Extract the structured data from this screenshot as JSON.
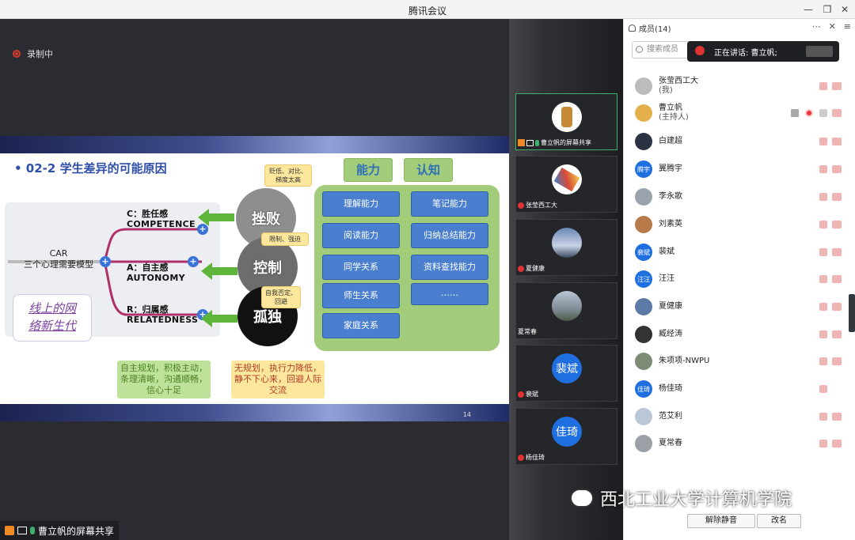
{
  "window": {
    "title": "腾讯会议"
  },
  "recording": {
    "label": "录制中"
  },
  "slide": {
    "title": "• 02-2 学生差异的可能原因",
    "page": "14",
    "car": {
      "line1": "CAR",
      "line2": "三个心理需要模型"
    },
    "branches": [
      {
        "head": "C：胜任感",
        "sub": "COMPETENCE"
      },
      {
        "head": "A：自主感",
        "sub": "AUTONOMY"
      },
      {
        "head": "R：归属感",
        "sub": "RELATEDNESS"
      }
    ],
    "circles": [
      {
        "label": "挫败",
        "color": "#8e8e8e"
      },
      {
        "label": "控制",
        "color": "#6d6d6d"
      },
      {
        "label": "孤独",
        "color": "#111111"
      }
    ],
    "notes": [
      "贬低、对比、梯度太高",
      "限制、强迫",
      "自我否定、回避"
    ],
    "online": {
      "line1": "线上的网",
      "line2": "络新生代"
    },
    "tags": [
      "能力",
      "认知"
    ],
    "skills_left": [
      "理解能力",
      "阅读能力",
      "同学关系",
      "师生关系",
      "家庭关系"
    ],
    "skills_right": [
      "笔记能力",
      "归纳总结能力",
      "资料查找能力",
      "……"
    ],
    "quote_good": "自主规划，积极主动，条理清晰，沟通顺畅，信心十足",
    "quote_bad": "无规划，执行力降低，静不下心来，回避人际交流"
  },
  "share_label": "曹立帆的屏幕共享",
  "tiles": [
    {
      "name": "曹立帆的屏幕共享",
      "avatar": "",
      "active": true
    },
    {
      "name": "张莹西工大",
      "avatar": ""
    },
    {
      "name": "夏健康",
      "avatar": ""
    },
    {
      "name": "夏常春",
      "avatar": ""
    },
    {
      "name": "裴斌",
      "avatar": "裴斌"
    },
    {
      "name": "杨佳琦",
      "avatar": "佳琦"
    }
  ],
  "panel": {
    "header": "成员(14)",
    "search_placeholder": "搜索成员",
    "speaking": "正在讲话: 曹立帆;",
    "members": [
      {
        "name": "张莹西工大",
        "role": "(我)",
        "avatar": ""
      },
      {
        "name": "曹立帆",
        "role": "(主持人)",
        "avatar": ""
      },
      {
        "name": "白建超",
        "role": "",
        "avatar": ""
      },
      {
        "name": "翼腾宇",
        "role": "",
        "avatar": "腾宇"
      },
      {
        "name": "李永歌",
        "role": "",
        "avatar": ""
      },
      {
        "name": "刘素英",
        "role": "",
        "avatar": ""
      },
      {
        "name": "裴斌",
        "role": "",
        "avatar": "裴斌"
      },
      {
        "name": "汪汪",
        "role": "",
        "avatar": "汪汪"
      },
      {
        "name": "夏健康",
        "role": "",
        "avatar": ""
      },
      {
        "name": "臧经涛",
        "role": "",
        "avatar": ""
      },
      {
        "name": "朱项项-NWPU",
        "role": "",
        "avatar": ""
      },
      {
        "name": "杨佳琦",
        "role": "",
        "avatar": "佳琦"
      },
      {
        "name": "范艾利",
        "role": "",
        "avatar": ""
      },
      {
        "name": "夏常春",
        "role": "",
        "avatar": ""
      }
    ],
    "btn_mute_all": "解除静音",
    "btn_rename": "改名"
  },
  "watermark": "西北工业大学计算机学院",
  "colors": {
    "accent": "#1f6fe0",
    "record": "#d8392b",
    "panel_green": "#a2cc7a"
  }
}
